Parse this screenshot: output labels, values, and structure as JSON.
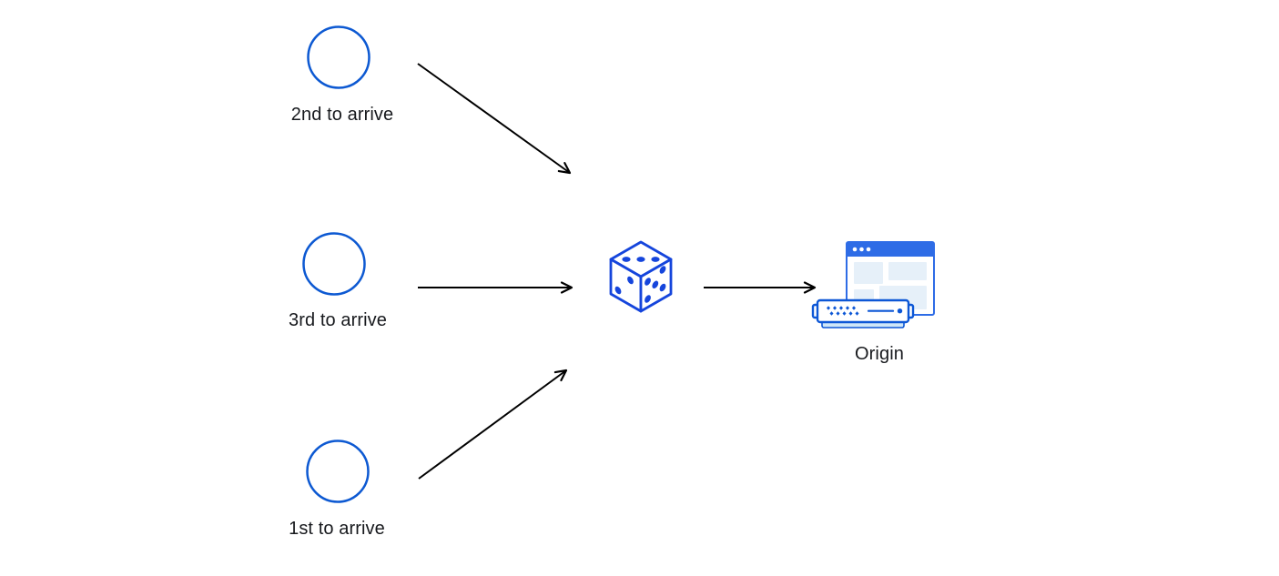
{
  "diagram": {
    "title": "requests-randomly-ordered-to-origin",
    "clients": [
      {
        "id": "client-2nd",
        "label": "2nd to arrive",
        "icon": "person-male-quiff-avatar-icon"
      },
      {
        "id": "client-3rd",
        "label": "3rd to arrive",
        "icon": "person-male-short-hair-avatar-icon"
      },
      {
        "id": "client-1st",
        "label": "1st to arrive",
        "icon": "person-female-bun-avatar-icon"
      }
    ],
    "router": {
      "id": "random-die",
      "icon": "dice-icon"
    },
    "origin": {
      "id": "origin",
      "label": "Origin",
      "icon": "origin-server-browser-icon"
    },
    "edges": [
      {
        "from": "client-2nd",
        "to": "random-die"
      },
      {
        "from": "client-3rd",
        "to": "random-die"
      },
      {
        "from": "client-1st",
        "to": "random-die"
      },
      {
        "from": "random-die",
        "to": "origin"
      }
    ]
  },
  "colors": {
    "background": "#ffffff",
    "arrow": "#000000",
    "text": "#17191d",
    "ring": "#0d59d2",
    "hair": "#0e3a85",
    "skin": "#c6e3f4",
    "shirt": "#1565dd",
    "dice": "#1545dc",
    "bar": "#2e6ce6",
    "panel": "#e6f0f9",
    "srv": "#0d57d6",
    "srvbase": "#cfe7f8"
  }
}
